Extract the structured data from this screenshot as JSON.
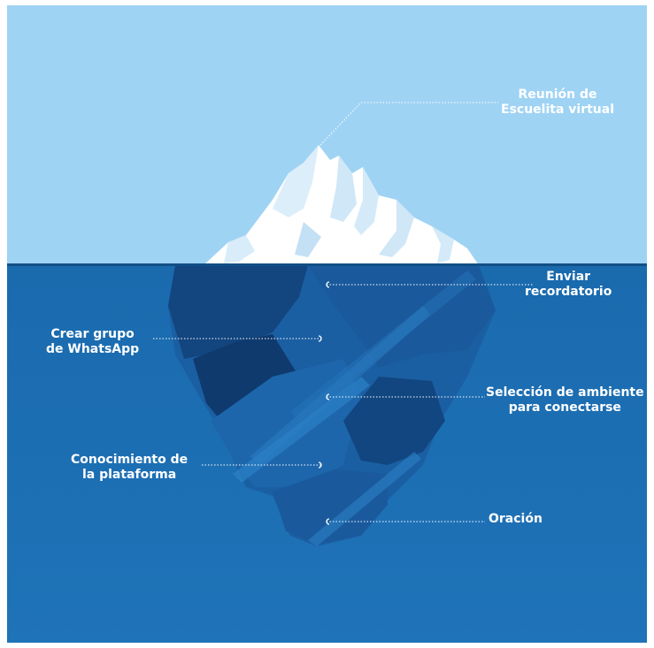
{
  "colors": {
    "sky": "#9fd3f4",
    "water": "#1d6fb4",
    "waterline": "#114f86",
    "ice_light": "#ffffff",
    "ice_shadow": "#c9e4f6",
    "leader": "#ffffff"
  },
  "labels": {
    "reunion": [
      "Reunión de",
      "Escuelita virtual"
    ],
    "enviar": [
      "Enviar",
      "recordatorio"
    ],
    "crear": [
      "Crear grupo",
      "de WhatsApp"
    ],
    "seleccion": [
      "Selección de ambiente",
      "para conectarse"
    ],
    "conocimiento": [
      "Conocimiento de",
      "la plataforma"
    ],
    "oracion": [
      "Oración"
    ]
  }
}
